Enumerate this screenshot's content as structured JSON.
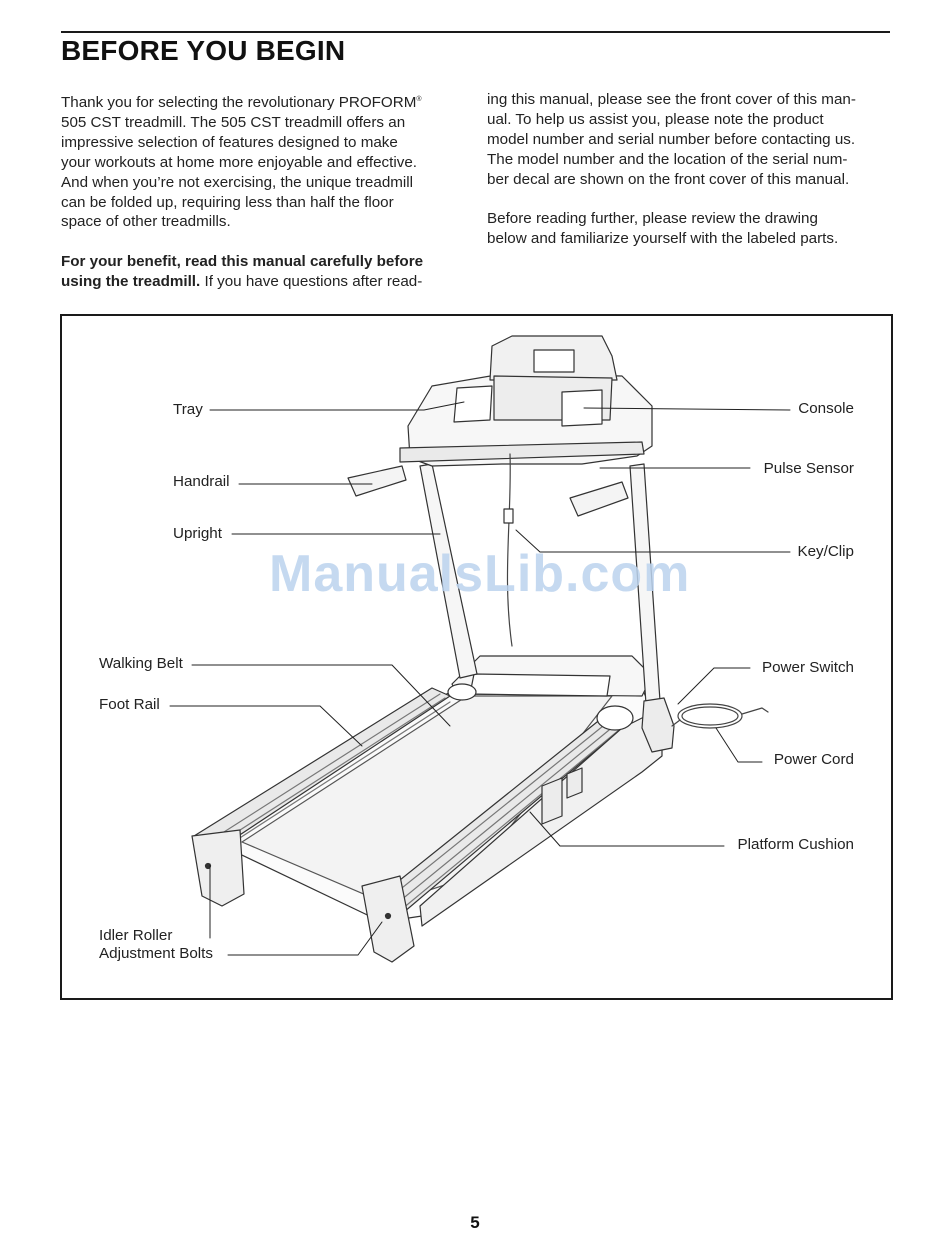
{
  "header": {
    "title": "BEFORE YOU BEGIN"
  },
  "intro": {
    "left": {
      "p1": [
        "Thank you for selecting the revolutionary PROFORM",
        "505 CST treadmill. The 505 CST treadmill offers an",
        "impressive selection of features designed to make",
        "your workouts at home more enjoyable and effective.",
        "And when you’re not exercising, the unique treadmill",
        "can be folded up, requiring less than half the floor",
        "space of other treadmills."
      ],
      "registered_mark": "®",
      "p2_bold": [
        "For your benefit, read this manual carefully before",
        "using the treadmill."
      ],
      "p2_rest": " If you have questions after read-"
    },
    "right": {
      "p1": [
        "ing this manual, please see the front cover of this man-",
        "ual. To help us assist you, please note the product",
        "model number and serial number before contacting us.",
        "The model number and the location of the serial num-",
        "ber decal are shown on the front cover of this manual."
      ],
      "p2": [
        "Before reading further, please review the drawing",
        "below and familiarize yourself with the labeled parts."
      ]
    }
  },
  "diagram": {
    "labels": {
      "tray": "Tray",
      "handrail": "Handrail",
      "upright": "Upright",
      "walking_belt": "Walking Belt",
      "foot_rail": "Foot Rail",
      "idler_roller_1": "Idler Roller",
      "idler_roller_2": "Adjustment Bolts",
      "console": "Console",
      "pulse_sensor": "Pulse Sensor",
      "key_clip": "Key/Clip",
      "power_switch": "Power Switch",
      "power_cord": "Power Cord",
      "platform_cushion": "Platform Cushion"
    },
    "watermark": "ManualsLib.com"
  },
  "footer": {
    "page_number": "5"
  }
}
